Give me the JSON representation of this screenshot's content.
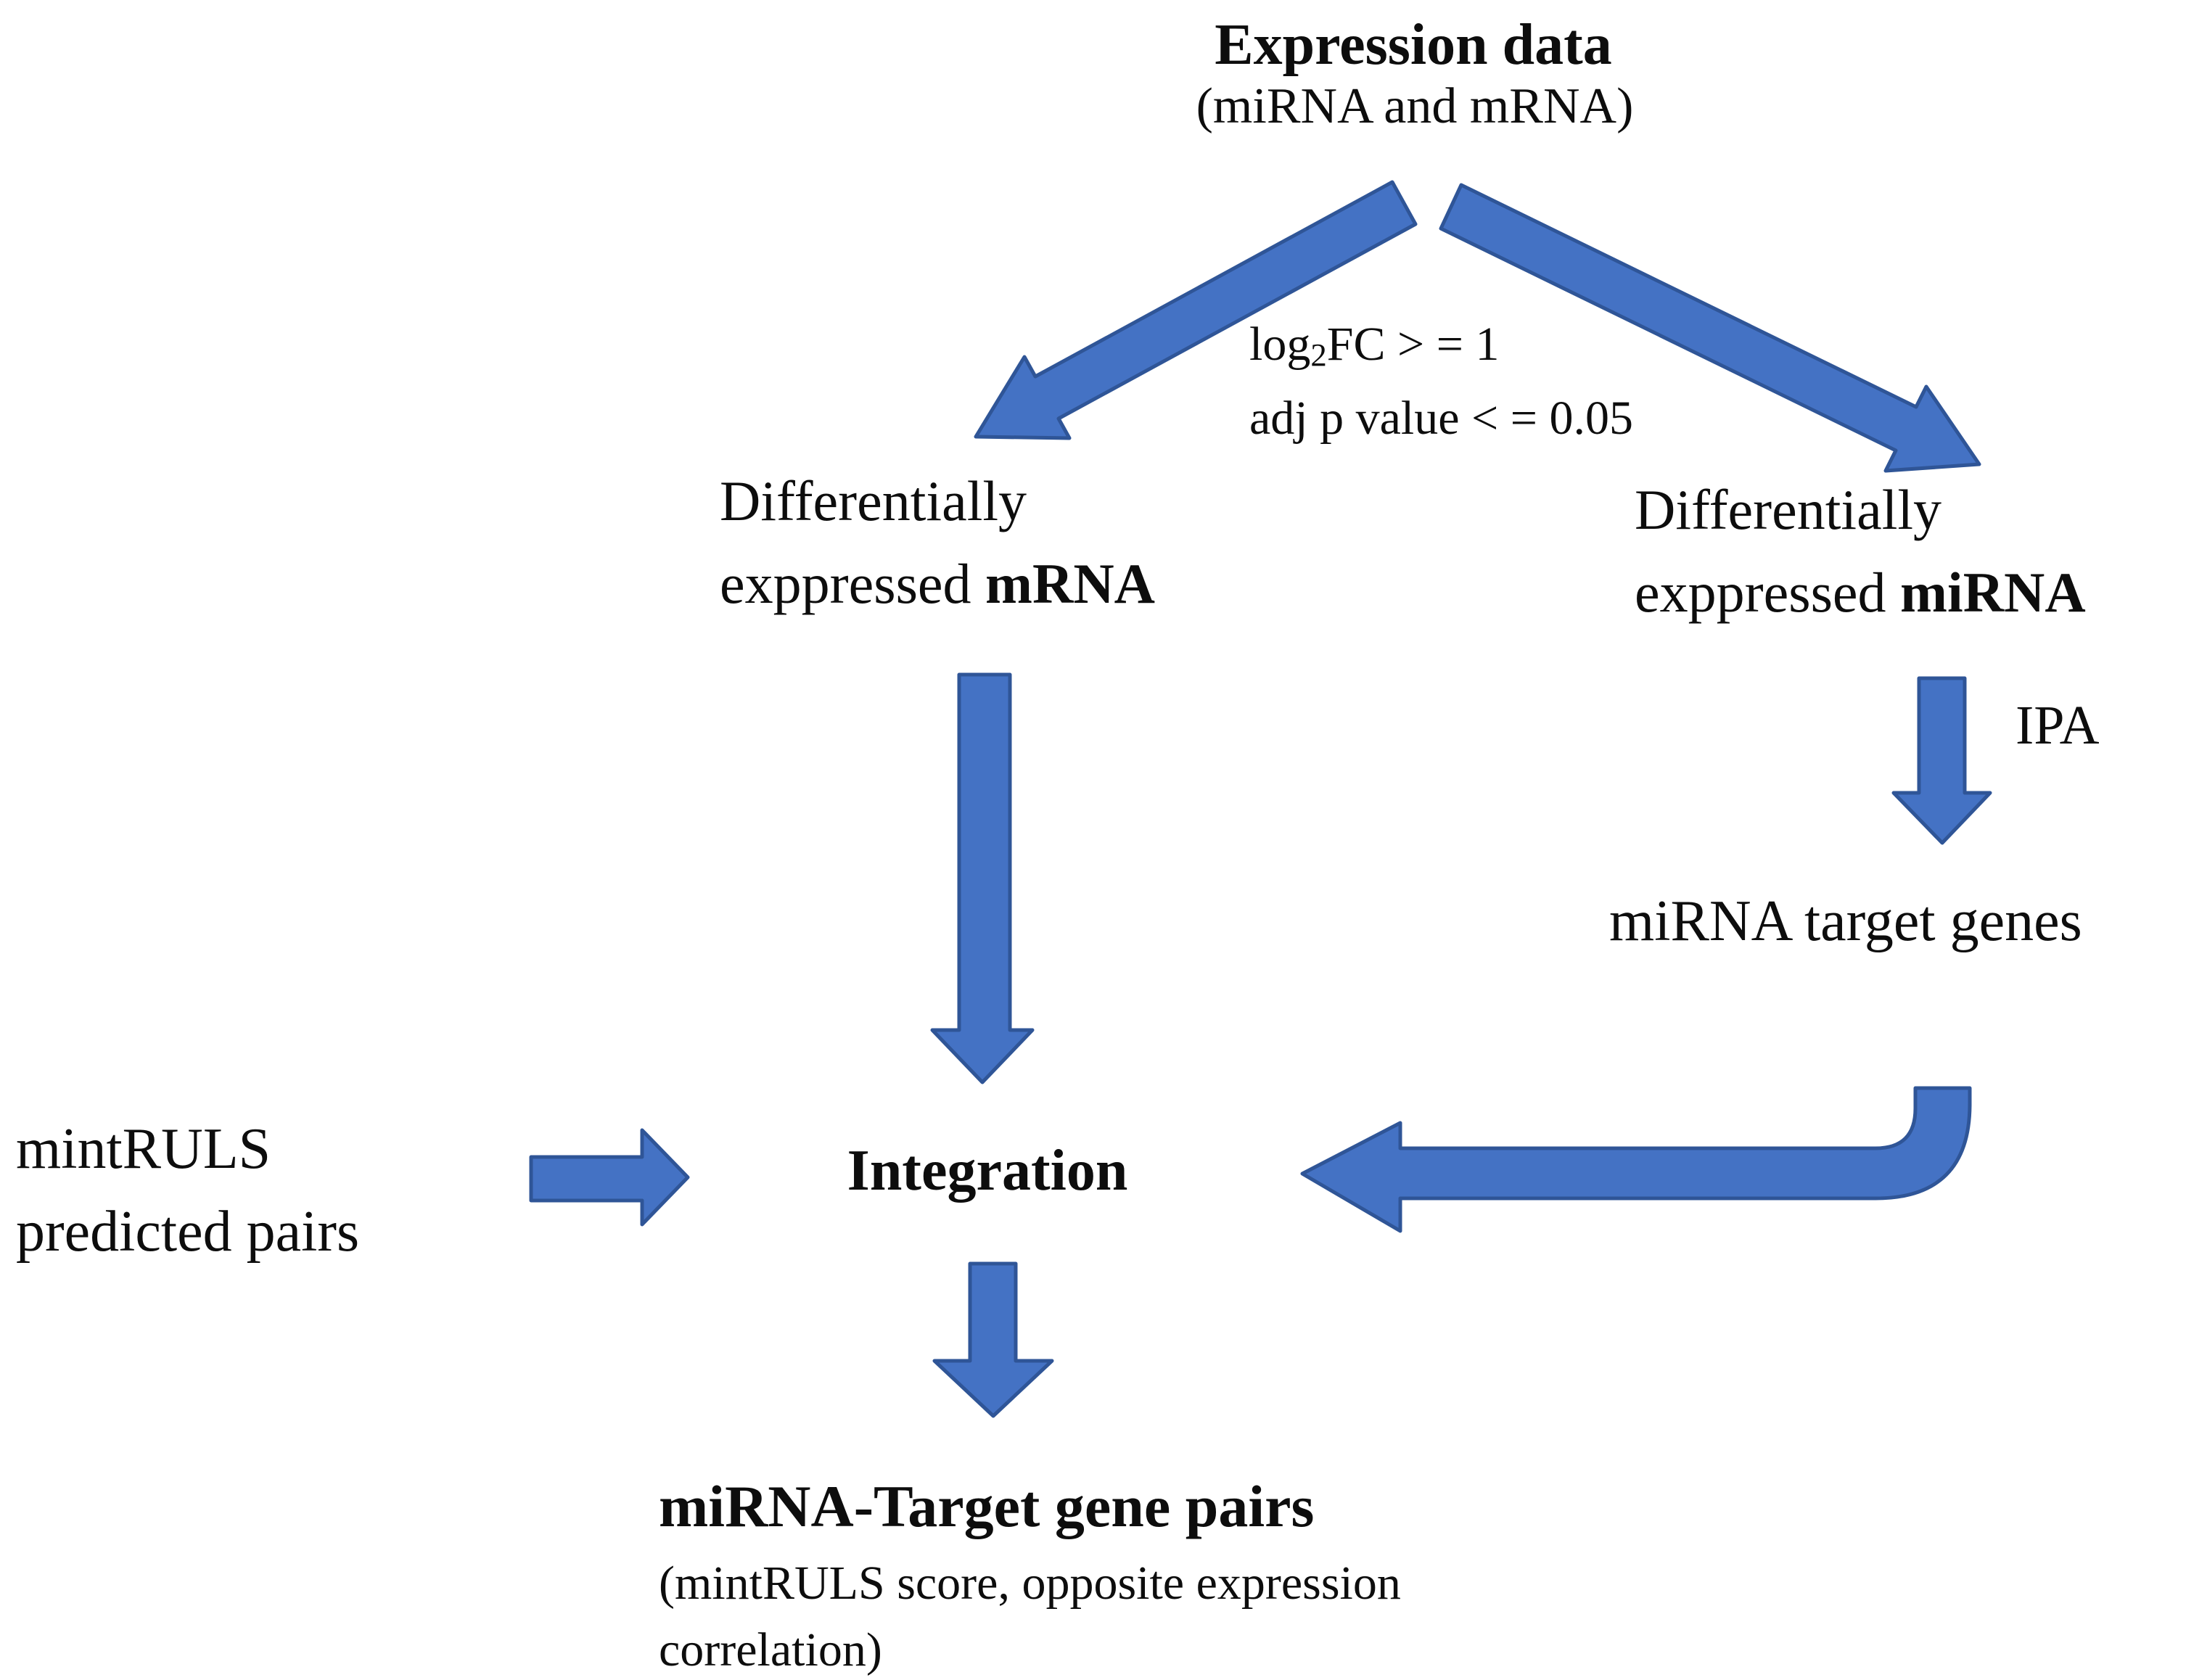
{
  "diagram": {
    "title": "Expression data",
    "subtitle": "(miRNA and mRNA)",
    "filter": {
      "log_prefix": "log",
      "log_sub": "2",
      "log_suffix": "FC > = 1",
      "adj_line": "adj p value < = 0.05"
    },
    "left_branch": {
      "line1": "Differentially",
      "line2_prefix": "exppressed ",
      "line2_emphasis": "mRNA"
    },
    "right_branch": {
      "line1": "Differentially",
      "line2_prefix": "exppressed ",
      "line2_emphasis": "miRNA"
    },
    "ipa_label": "IPA",
    "mirna_targets_label": "miRNA target genes",
    "integration_label": "Integration",
    "mintruls": {
      "line1": "mintRULS",
      "line2": "predicted pairs"
    },
    "result": {
      "title": "miRNA-Target gene pairs",
      "subtitle_line1": "(mintRULS score, opposite expression",
      "subtitle_line2": "correlation)"
    },
    "arrows": [
      {
        "name": "expression-to-mrna",
        "from": "Expression data",
        "to": "Differentially exppressed mRNA"
      },
      {
        "name": "expression-to-mirna",
        "from": "Expression data",
        "to": "Differentially exppressed miRNA"
      },
      {
        "name": "mrna-to-integration",
        "from": "Differentially exppressed mRNA",
        "to": "Integration"
      },
      {
        "name": "mirna-to-targets",
        "from": "Differentially exppressed miRNA",
        "to": "miRNA target genes"
      },
      {
        "name": "targets-to-integration",
        "from": "miRNA target genes",
        "to": "Integration"
      },
      {
        "name": "mintruls-to-integration",
        "from": "mintRULS predicted pairs",
        "to": "Integration"
      },
      {
        "name": "integration-to-result",
        "from": "Integration",
        "to": "miRNA-Target gene pairs"
      }
    ],
    "colors": {
      "arrow_fill": "#4472C4",
      "arrow_stroke": "#2F5597",
      "text": "#0d0d0d",
      "background": "#ffffff"
    }
  }
}
